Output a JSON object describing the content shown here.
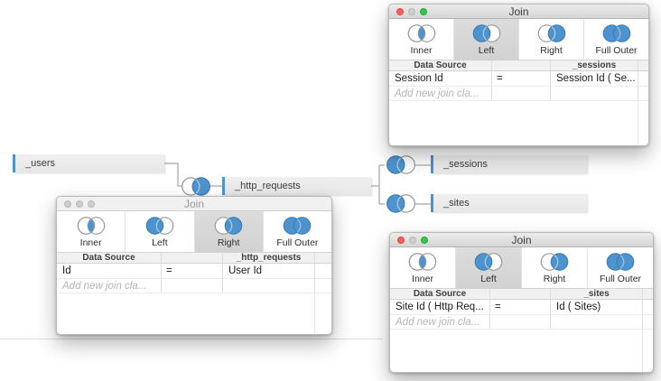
{
  "colors": {
    "accent_blue": "#4E93CE",
    "venn_stroke_blue": "#3a7fb7",
    "selected_join_bg": "#d6d6d6",
    "traffic_red": "#f8605a",
    "traffic_green": "#34c748",
    "traffic_gray": "#cfcfcf"
  },
  "canvas": {
    "tables": [
      {
        "name": "_users"
      },
      {
        "name": "_http_requests"
      },
      {
        "name": "_sessions"
      },
      {
        "name": "_sites"
      }
    ],
    "joins": [
      {
        "between": "_users and _http_requests",
        "type": "right"
      },
      {
        "between": "_http_requests and _sessions",
        "type": "left"
      },
      {
        "between": "_http_requests and _sites",
        "type": "left"
      }
    ]
  },
  "join_type_labels": [
    "Inner",
    "Left",
    "Right",
    "Full Outer"
  ],
  "dialogs": [
    {
      "title": "Join",
      "active": true,
      "selected_type": "Left",
      "left_column": "Data Source",
      "right_column": "_sessions",
      "clause": {
        "left": "Session Id",
        "op": "=",
        "right": "Session Id ( Se..."
      },
      "placeholder": "Add new join cla..."
    },
    {
      "title": "Join",
      "active": false,
      "selected_type": "Right",
      "left_column": "Data Source",
      "right_column": "_http_requests",
      "clause": {
        "left": "Id",
        "op": "=",
        "right": "User Id"
      },
      "placeholder": "Add new join cla..."
    },
    {
      "title": "Join",
      "active": true,
      "selected_type": "Left",
      "left_column": "Data Source",
      "right_column": "_sites",
      "clause": {
        "left": "Site Id ( Http Req...",
        "op": "=",
        "right": "Id ( Sites)"
      },
      "placeholder": "Add new join cla..."
    }
  ]
}
